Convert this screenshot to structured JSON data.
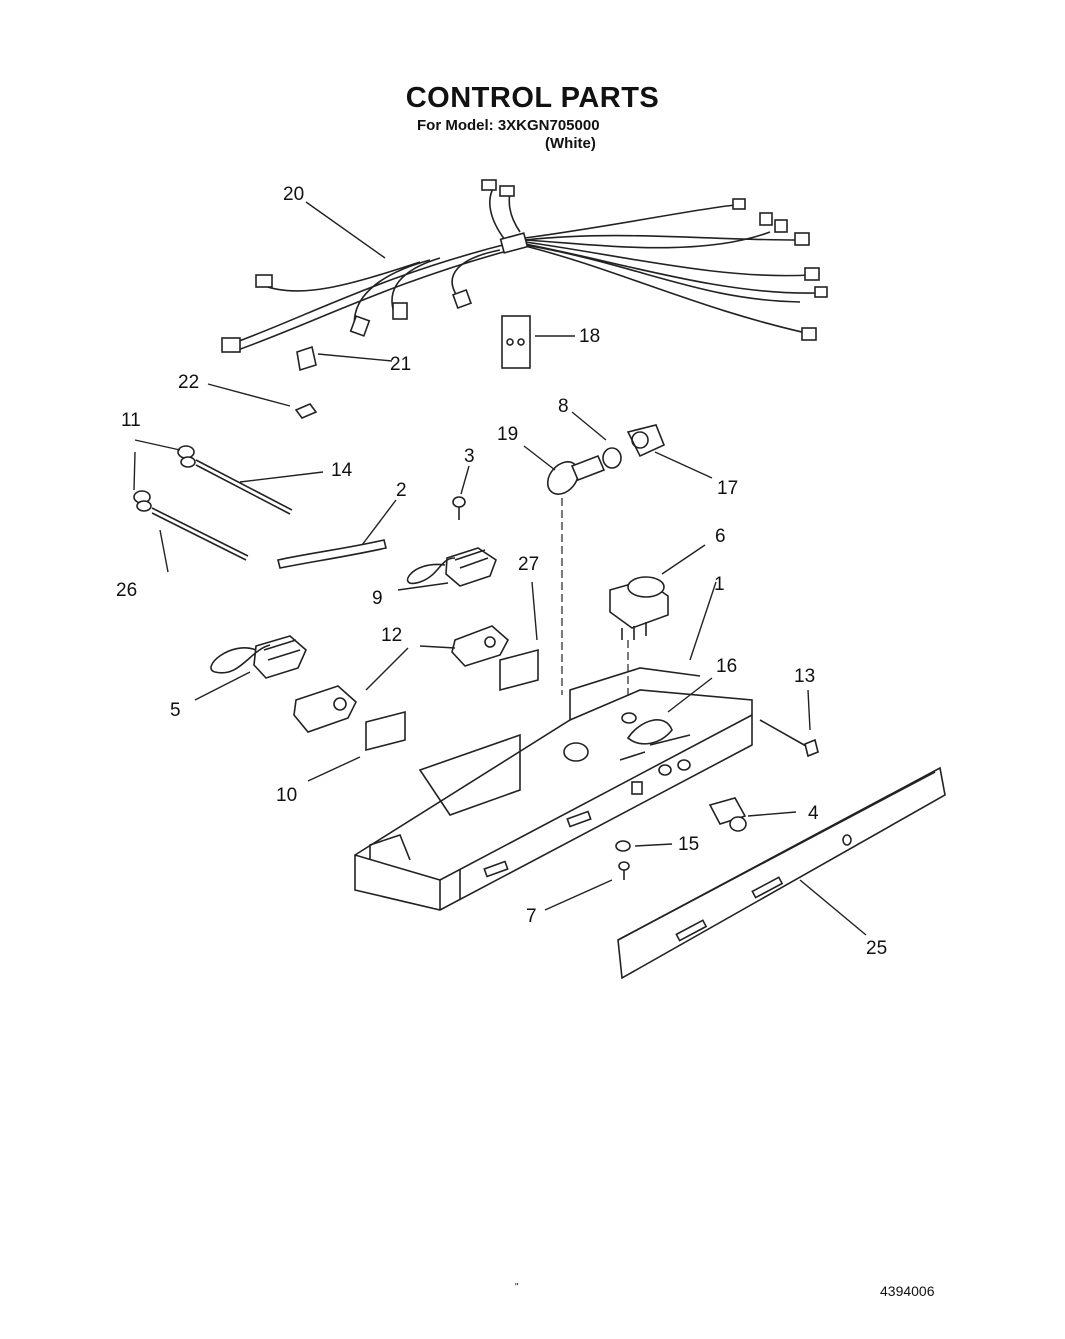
{
  "header": {
    "title": "CONTROL PARTS",
    "model_line": "For Model: 3XKGN705000",
    "variant": "(White)"
  },
  "footer": {
    "document_number": "4394006",
    "mark": "\""
  },
  "callouts": [
    "1",
    "2",
    "3",
    "4",
    "5",
    "6",
    "7",
    "8",
    "9",
    "10",
    "11",
    "12",
    "13",
    "14",
    "15",
    "16",
    "17",
    "18",
    "19",
    "20",
    "21",
    "22",
    "25",
    "26",
    "27"
  ]
}
